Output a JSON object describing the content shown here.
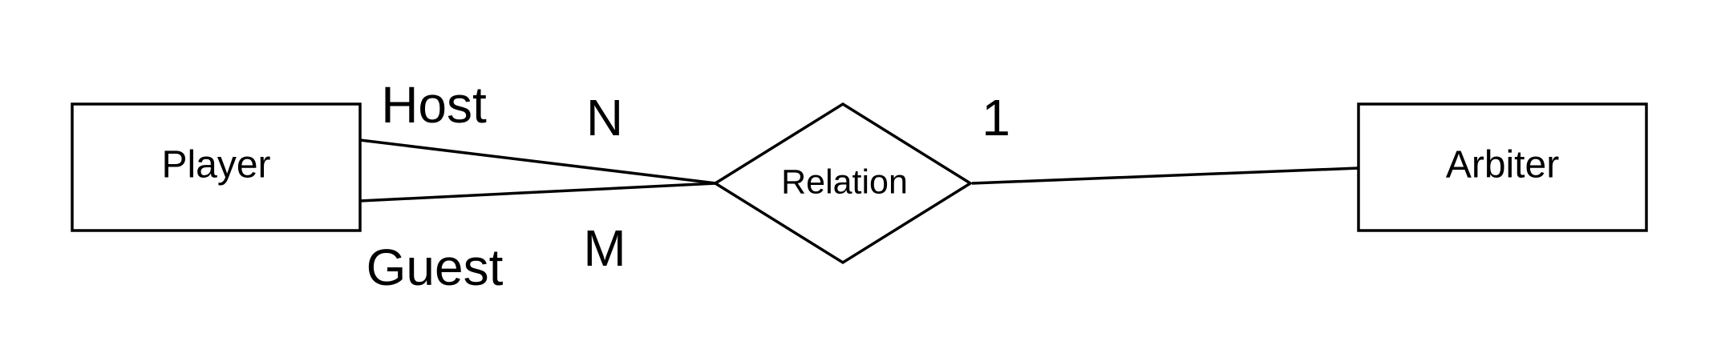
{
  "diagram": {
    "entities": {
      "player": "Player",
      "arbiter": "Arbiter"
    },
    "relation": "Relation",
    "roles": {
      "host": "Host",
      "guest": "Guest"
    },
    "cardinalities": {
      "host": "N",
      "guest": "M",
      "arbiter": "1"
    }
  }
}
